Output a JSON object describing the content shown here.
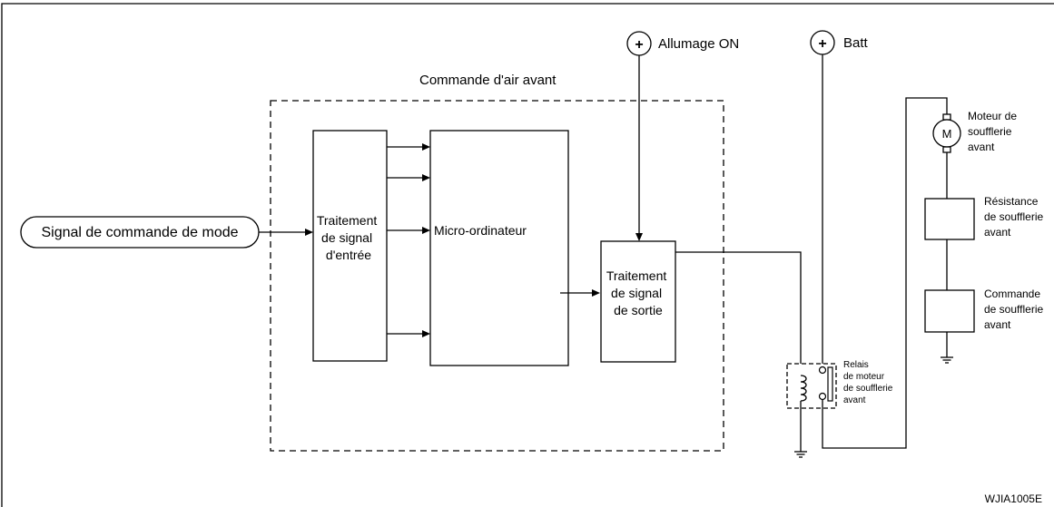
{
  "frame_title": "",
  "signal_input": "Signal de commande de mode",
  "module_title": "Commande d'air avant",
  "input_block": [
    "Traitement",
    "de signal",
    "d'entrée"
  ],
  "micro_block": "Micro-ordinateur",
  "output_block": [
    "Traitement",
    "de signal",
    "de sortie"
  ],
  "ignition_label": "Allumage ON",
  "battery_label": "Batt",
  "plus_symbol": "+",
  "motor_symbol": "M",
  "motor_label": [
    "Moteur de",
    "soufflerie",
    "avant"
  ],
  "resistor_label": [
    "Résistance",
    "de soufflerie",
    "avant"
  ],
  "control_label": [
    "Commande",
    "de soufflerie",
    "avant"
  ],
  "relay_label": [
    "Relais",
    "de moteur",
    "de soufflerie",
    "avant"
  ],
  "figure_code": "WJIA1005E"
}
